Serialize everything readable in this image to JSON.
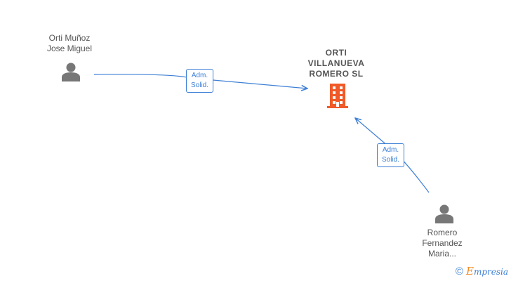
{
  "nodes": {
    "person_1": {
      "line1": "Orti Muñoz",
      "line2": "Jose Miguel"
    },
    "company": {
      "line1": "ORTI",
      "line2": "VILLANUEVA",
      "line3": "ROMERO  SL"
    },
    "person_2": {
      "line1": "Romero",
      "line2": "Fernandez",
      "line3": "Maria..."
    }
  },
  "edges": [
    {
      "from": "person_1",
      "to": "company",
      "label_line1": "Adm.",
      "label_line2": "Solid."
    },
    {
      "from": "person_2",
      "to": "company",
      "label_line1": "Adm.",
      "label_line2": "Solid."
    }
  ],
  "colors": {
    "edge": "#3d7fd6",
    "person_icon": "#777777",
    "company_icon": "#f05a28",
    "text": "#555555"
  },
  "icons": {
    "person": "person-icon",
    "company": "building-icon"
  },
  "watermark": {
    "symbol": "©",
    "brand_first": "E",
    "brand_rest": "mpresia"
  }
}
